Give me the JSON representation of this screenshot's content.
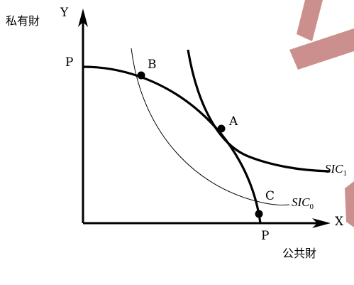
{
  "axes": {
    "y_letter": "Y",
    "x_letter": "X",
    "y_caption": "私有財",
    "x_caption": "公共財"
  },
  "ppf_labels": {
    "top": "P",
    "bottom": "P"
  },
  "points": {
    "a": "A",
    "b": "B",
    "c": "C"
  },
  "curves": {
    "sic1_base": "SIC",
    "sic1_sub": "1",
    "sic0_base": "SIC",
    "sic0_sub": "0"
  },
  "colors": {
    "ink": "#000000",
    "watermark": "#c27c7a"
  }
}
